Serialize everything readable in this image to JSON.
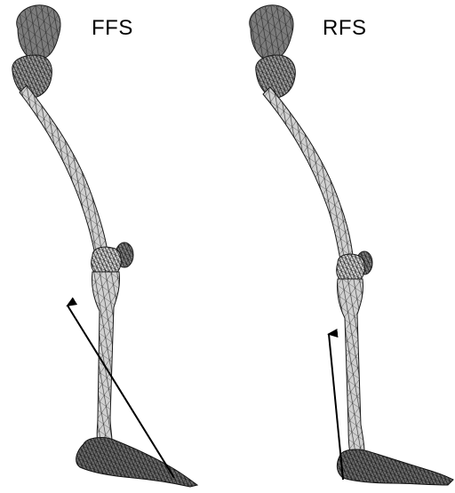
{
  "panels": [
    {
      "id": "ffs",
      "label": "FFS"
    },
    {
      "id": "rfs",
      "label": "RFS"
    }
  ],
  "colors": {
    "bone_fill": "#d0d0d0",
    "bone_dark": "#7c7c7c",
    "mesh_line": "#1a1a1a",
    "arrow": "#000000",
    "background": "#ffffff"
  }
}
